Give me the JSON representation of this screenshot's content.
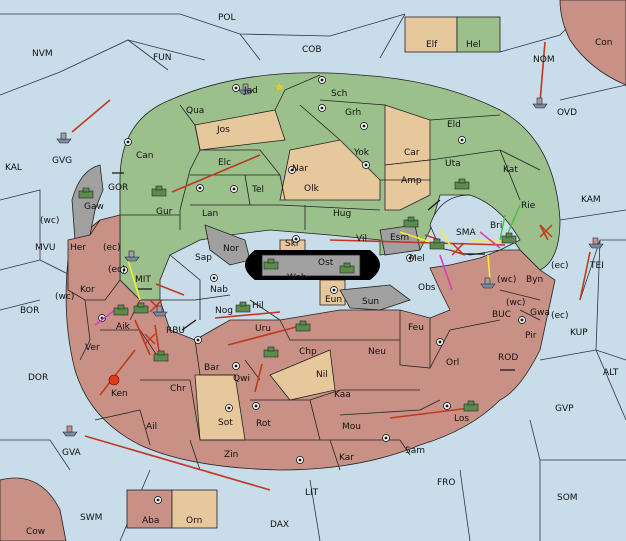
{
  "colors": {
    "sea": "#c8dde9",
    "green_power": "#9cc08c",
    "tan_power": "#e7c79c",
    "red_power": "#c99186",
    "neutral_grey": "#a0a0a0",
    "order_arrow": "#c0391e",
    "support_arrow": "#f5ec32",
    "convoy_arrow": "#d43fc0",
    "hold_arrow": "#3ec43e"
  },
  "sea_labels": {
    "pol": "POL",
    "nvm": "NVM",
    "fun": "FUN",
    "cob": "COB",
    "nom": "NOM",
    "con": "Con",
    "ovd": "OVD",
    "kal": "KAL",
    "gvg": "GVG",
    "gor": "GOR",
    "kam": "KAM",
    "mvu": "MVU",
    "mit": "MIT",
    "bor": "BOR",
    "rbu": "RBU",
    "sma": "SMA",
    "tei": "TEI",
    "buc": "BUC",
    "kup": "KUP",
    "dor": "DOR",
    "rod": "ROD",
    "alt": "ALT",
    "gvp": "GVP",
    "gva": "GVA",
    "fro": "FRO",
    "lit": "LIT",
    "som": "SOM",
    "swm": "SWM",
    "dax": "DAX",
    "cow": "Cow"
  },
  "land_labels": {
    "elf": "Elf",
    "hel": "Hel",
    "jad": "Jad",
    "sch": "Sch",
    "qua": "Qua",
    "jos": "Jos",
    "grh": "Grh",
    "eld": "Eld",
    "can": "Can",
    "yok": "Yok",
    "car": "Car",
    "elc": "Elc",
    "nar": "Nar",
    "uta": "Uta",
    "kat": "Kat",
    "tel": "Tel",
    "olk": "Olk",
    "amp": "Amp",
    "gaw": "Gaw",
    "gur": "Gur",
    "lan": "Lan",
    "hug": "Hug",
    "rie": "Rie",
    "bri": "Bri",
    "nor": "Nor",
    "skr": "Skr",
    "vil": "Vil",
    "esm": "Esm",
    "her": "Her",
    "sap": "Sap",
    "web": "Web",
    "ost": "Ost",
    "mel": "Mel",
    "byn": "Byn",
    "kor": "Kor",
    "nab": "Nab",
    "eun": "Eun",
    "sun": "Sun",
    "obs": "Obs",
    "gwa": "Gwa",
    "aik": "Aik",
    "nog": "Nog",
    "hil": "Hil",
    "pir": "Pir",
    "uru": "Uru",
    "feu": "Feu",
    "ver": "Ver",
    "chp": "Chp",
    "neu": "Neu",
    "bar": "Bar",
    "qwi": "Qwi",
    "orl": "Orl",
    "chr": "Chr",
    "nil": "Nil",
    "ken": "Ken",
    "kaa": "Kaa",
    "sot": "Sot",
    "rot": "Rot",
    "ail": "Ail",
    "mou": "Mou",
    "los": "Los",
    "zin": "Zin",
    "kar": "Kar",
    "sam": "Sam",
    "aba": "Aba",
    "orn": "Orn"
  },
  "coast_markers": {
    "wc_her": "(wc)",
    "ec_her": "(ec)",
    "ec_kor": "(ec)",
    "wc_kor": "(wc)",
    "wc_byn": "(wc)",
    "ec_byn": "(ec)",
    "wc_gwa": "(wc)",
    "ec_gwa": "(ec)"
  }
}
